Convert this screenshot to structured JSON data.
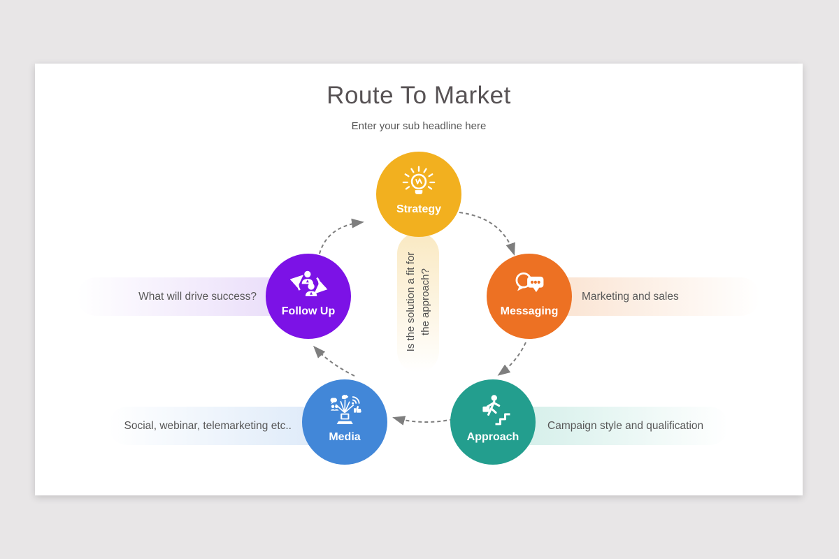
{
  "header": {
    "title": "Route To Market",
    "subtitle": "Enter your sub headline here"
  },
  "center_note": {
    "line1": "Is the solution a fit for",
    "line2": "the approach?"
  },
  "nodes": [
    {
      "id": "strategy",
      "label": "Strategy",
      "icon": "lightbulb-icon",
      "color": "#F2B01F",
      "tint": "#FAE9C2"
    },
    {
      "id": "messaging",
      "label": "Messaging",
      "icon": "chat-bubbles-icon",
      "color": "#ED7123",
      "tint": "#FAE0CC",
      "note": "Marketing and sales"
    },
    {
      "id": "approach",
      "label": "Approach",
      "icon": "person-stairs-icon",
      "color": "#239E8E",
      "tint": "#CFEDE7",
      "note": "Campaign style and qualification"
    },
    {
      "id": "media",
      "label": "Media",
      "icon": "laptop-social-icon",
      "color": "#4287D8",
      "tint": "#DAE8F8",
      "note": "Social, webinar, telemarketing etc.."
    },
    {
      "id": "followup",
      "label": "Follow Up",
      "icon": "people-sync-icon",
      "color": "#7C12E6",
      "tint": "#E7D9F9",
      "note": "What will drive success?"
    }
  ],
  "colors": {
    "canvas_bg": "#E8E6E7",
    "slide_bg": "#FFFFFF",
    "arrow": "#7E7E7E",
    "text": "#575757"
  }
}
